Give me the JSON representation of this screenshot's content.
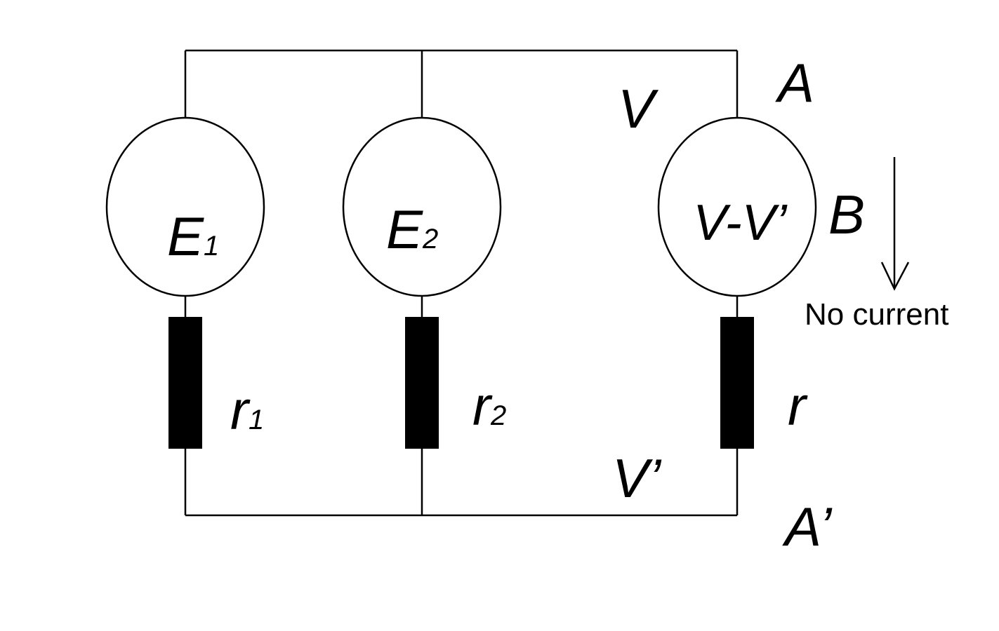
{
  "sources": {
    "e1": {
      "symbol": "E",
      "sub": "1"
    },
    "e2": {
      "symbol": "E",
      "sub": "2"
    },
    "e3": {
      "text": "V-V’"
    }
  },
  "resistors": {
    "r1": {
      "symbol": "r",
      "sub": "1"
    },
    "r2": {
      "symbol": "r",
      "sub": "2"
    },
    "r3": {
      "symbol": "r"
    }
  },
  "nodes": {
    "potential_top": "V",
    "potential_bottom": "V’",
    "point_a": "A",
    "point_b": "B",
    "point_a_prime": "A’"
  },
  "annotation": {
    "arrow_label": "No current"
  }
}
